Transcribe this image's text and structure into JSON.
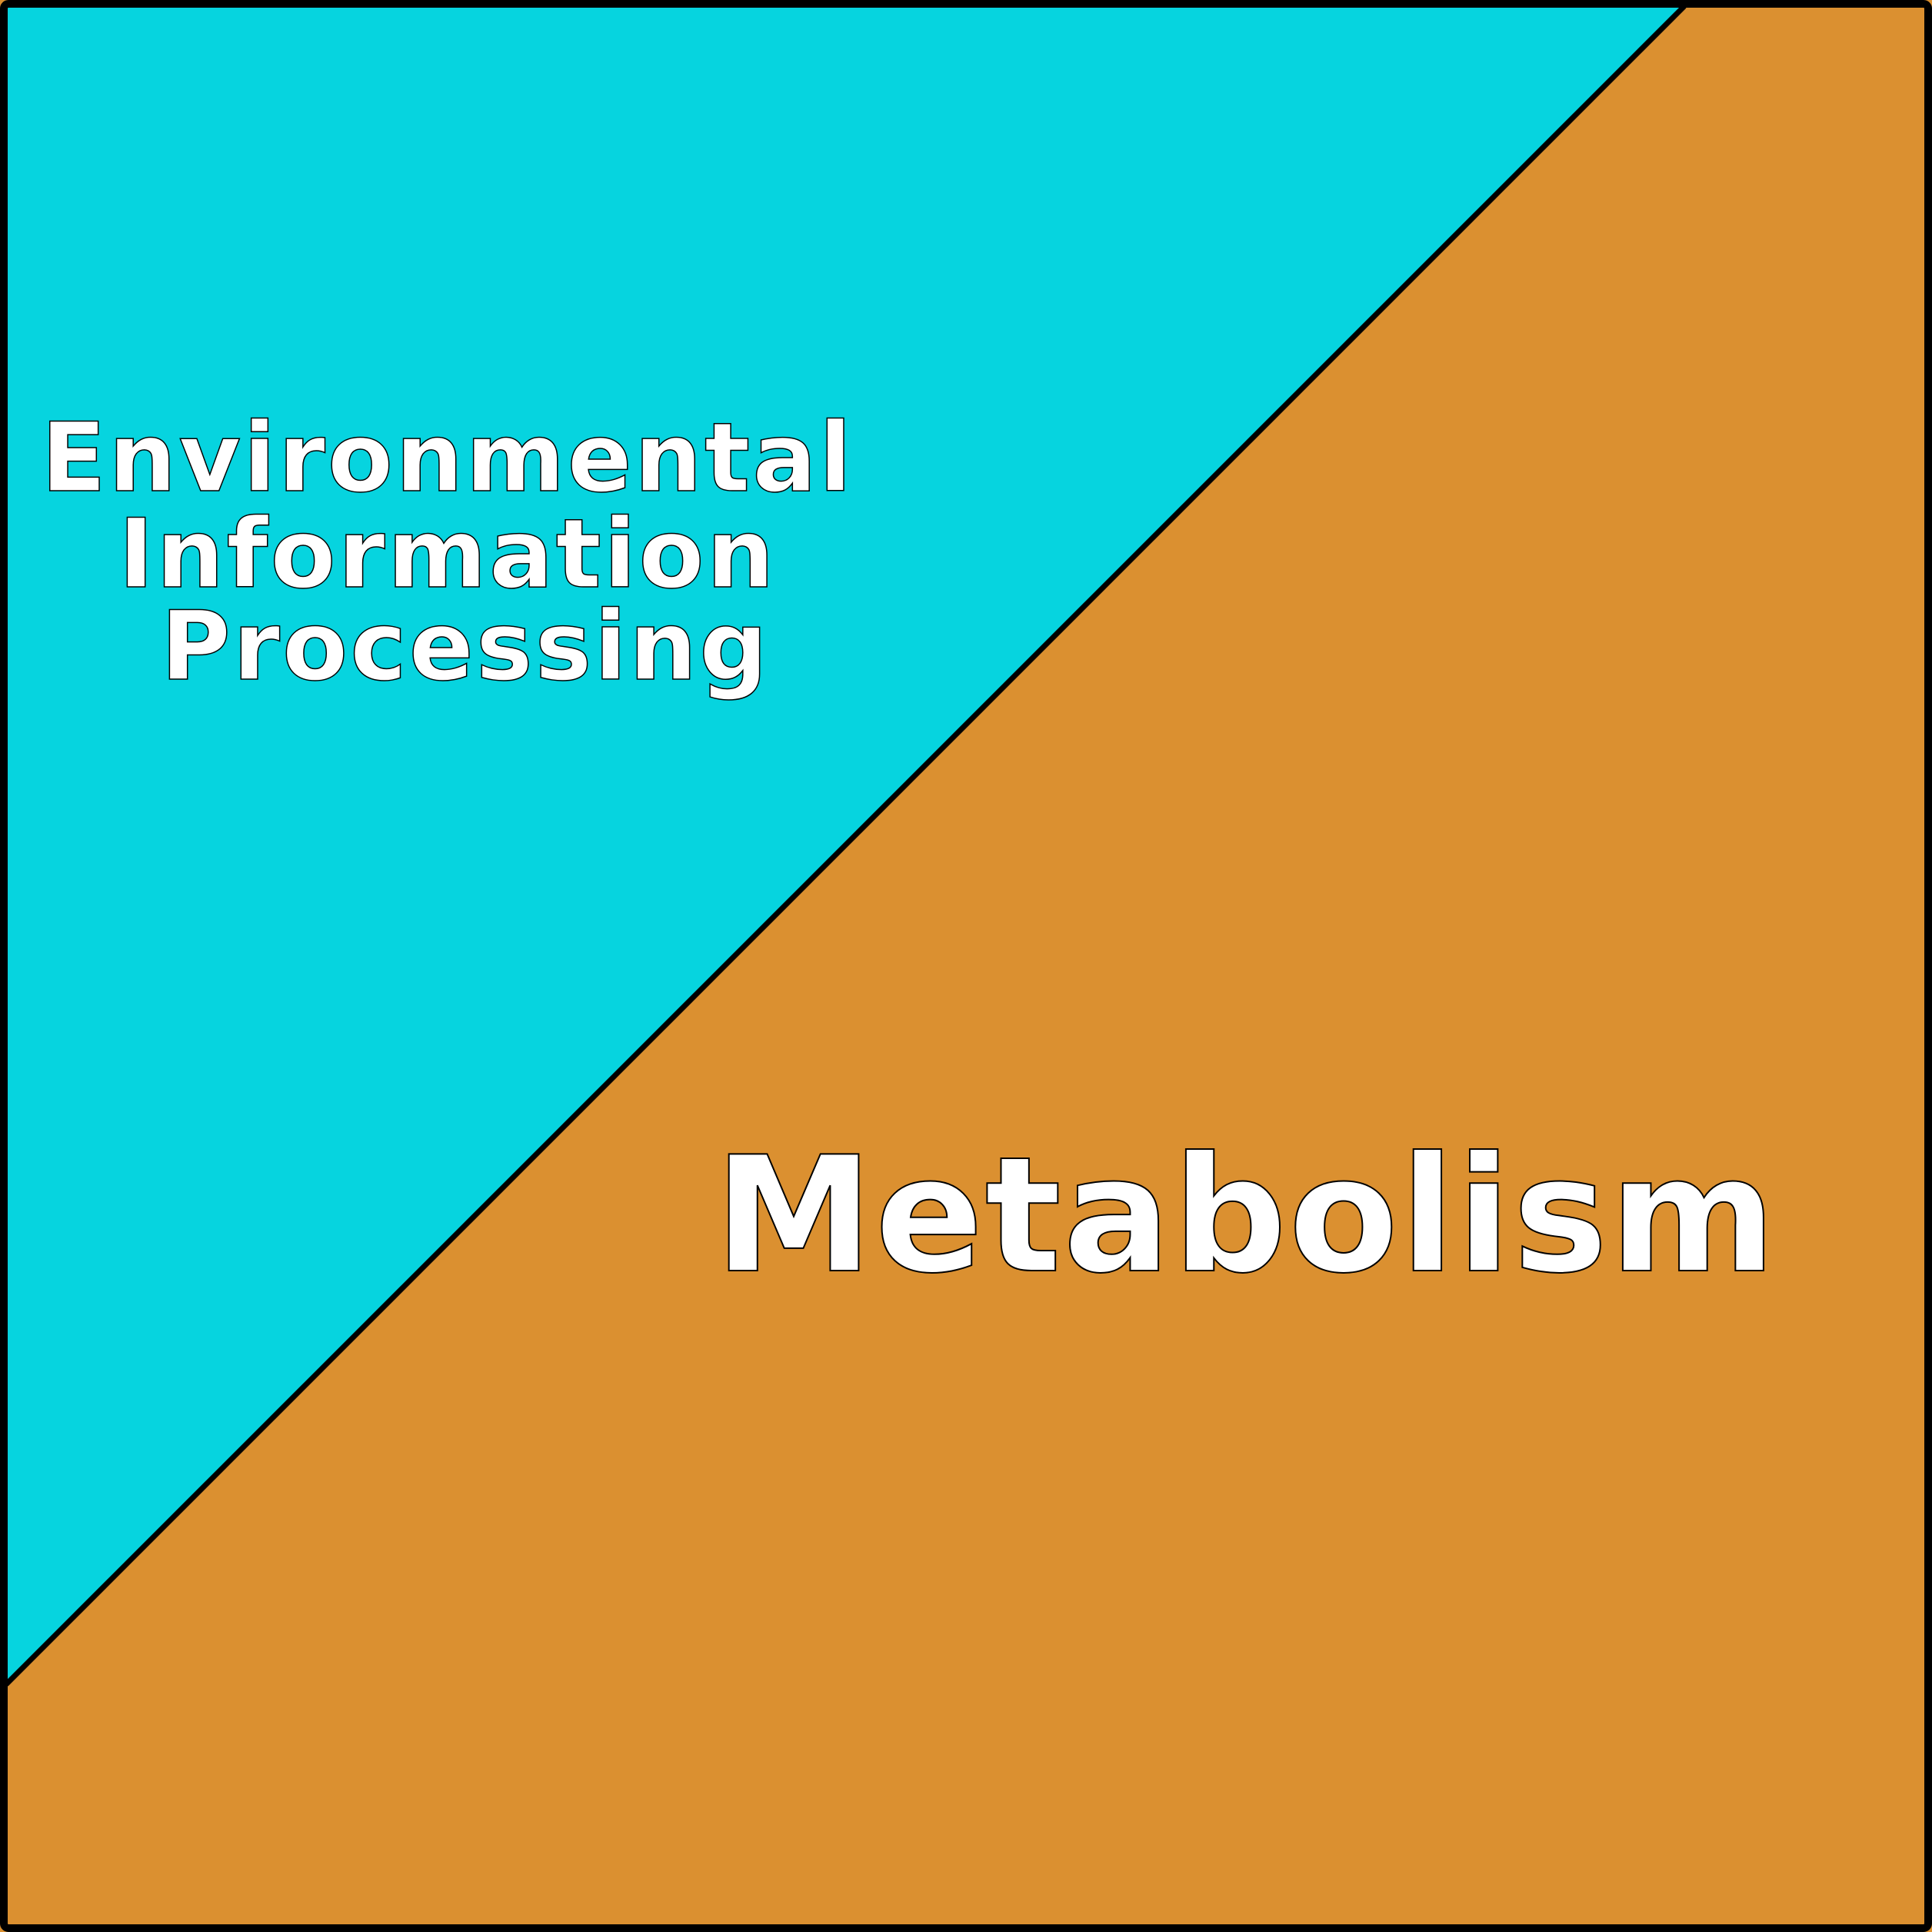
{
  "regions": [
    {
      "id": "environmental",
      "lines": [
        "Environmental",
        "Information",
        "Processing"
      ],
      "color": "#06D4DF"
    },
    {
      "id": "metabolism",
      "lines": [
        "Metabolism"
      ],
      "color": "#DB9030"
    }
  ],
  "colors": {
    "border": "#000000",
    "text": "#FFFFFF"
  }
}
